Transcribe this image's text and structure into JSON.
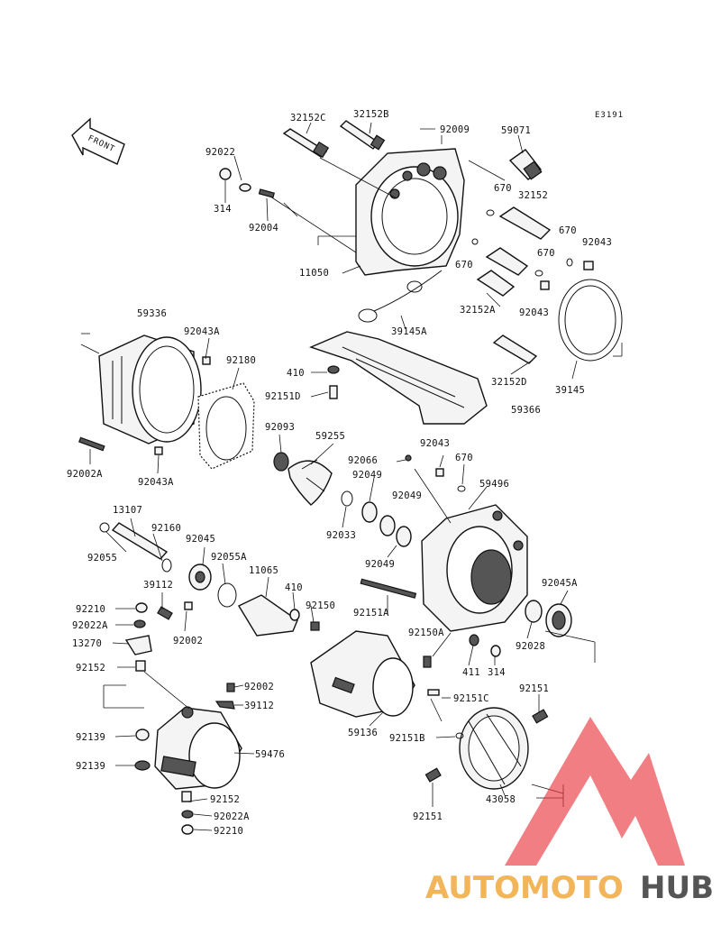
{
  "diagram_code": "E3191",
  "front_label": "FRONT",
  "watermark": {
    "part1": "AUTOMOTO",
    "part2": "HUB",
    "color1": "#f2b55a",
    "color2": "#555555",
    "logo_color": "#e8353b"
  },
  "labels": {
    "p32152C": "32152C",
    "p32152B": "32152B",
    "p92009": "92009",
    "p59071": "59071",
    "p92022": "92022",
    "p314a": "314",
    "p92004": "92004",
    "p670a": "670",
    "p32152": "32152",
    "p670b": "670",
    "p670c": "670",
    "p92043a": "92043",
    "p670d": "670",
    "p11050": "11050",
    "p32152A": "32152A",
    "p92043b": "92043",
    "p59336": "59336",
    "p92043A": "92043A",
    "p39145A": "39145A",
    "p92180": "92180",
    "p410a": "410",
    "p32152D": "32152D",
    "p39145": "39145",
    "p92151D": "92151D",
    "p59366": "59366",
    "p92093": "92093",
    "p59255": "59255",
    "p92043c": "92043",
    "p92002A": "92002A",
    "p92043A2": "92043A",
    "p92066": "92066",
    "p670e": "670",
    "p92049a": "92049",
    "p59496": "59496",
    "p92049b": "92049",
    "p92033": "92033",
    "p13107": "13107",
    "p92160": "92160",
    "p92049c": "92049",
    "p92055": "92055",
    "p92045": "92045",
    "p92055A": "92055A",
    "p92045A": "92045A",
    "p39112a": "39112",
    "p11065": "11065",
    "p410b": "410",
    "p92150": "92150",
    "p92151A": "92151A",
    "p92210a": "92210",
    "p92022A": "92022A",
    "p92002a": "92002",
    "p13270": "13270",
    "p92150A": "92150A",
    "p92028": "92028",
    "p92152a": "92152",
    "p411": "411",
    "p314b": "314",
    "p92002b": "92002",
    "p39112b": "39112",
    "p92151C": "92151C",
    "p92151a": "92151",
    "p92139a": "92139",
    "p59476": "59476",
    "p59136": "59136",
    "p92151B": "92151B",
    "p92139b": "92139",
    "p43058": "43058",
    "p92152b": "92152",
    "p92151b": "92151",
    "p92022A2": "92022A",
    "p92210b": "92210"
  }
}
